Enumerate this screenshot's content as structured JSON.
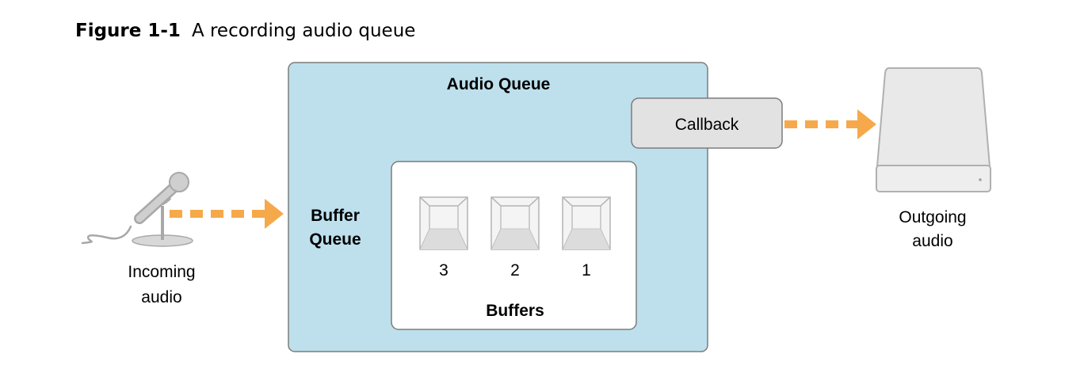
{
  "figure": {
    "label": "Figure 1-1",
    "title": "A recording audio queue"
  },
  "diagram": {
    "audio_queue_title": "Audio Queue",
    "callback_label": "Callback",
    "buffer_queue_label_line1": "Buffer",
    "buffer_queue_label_line2": "Queue",
    "buffers_title": "Buffers",
    "buffers": [
      {
        "number": "3"
      },
      {
        "number": "2"
      },
      {
        "number": "1"
      }
    ],
    "incoming_label_line1": "Incoming",
    "incoming_label_line2": "audio",
    "outgoing_label_line1": "Outgoing",
    "outgoing_label_line2": "audio",
    "colors": {
      "queue_fill": "#bde0ec",
      "queue_stroke": "#7c7c7c",
      "callback_fill": "#e2e2e2",
      "arrow": "#f5a94a",
      "device_fill": "#e9e9e9",
      "device_stroke": "#b0b0b0"
    }
  }
}
